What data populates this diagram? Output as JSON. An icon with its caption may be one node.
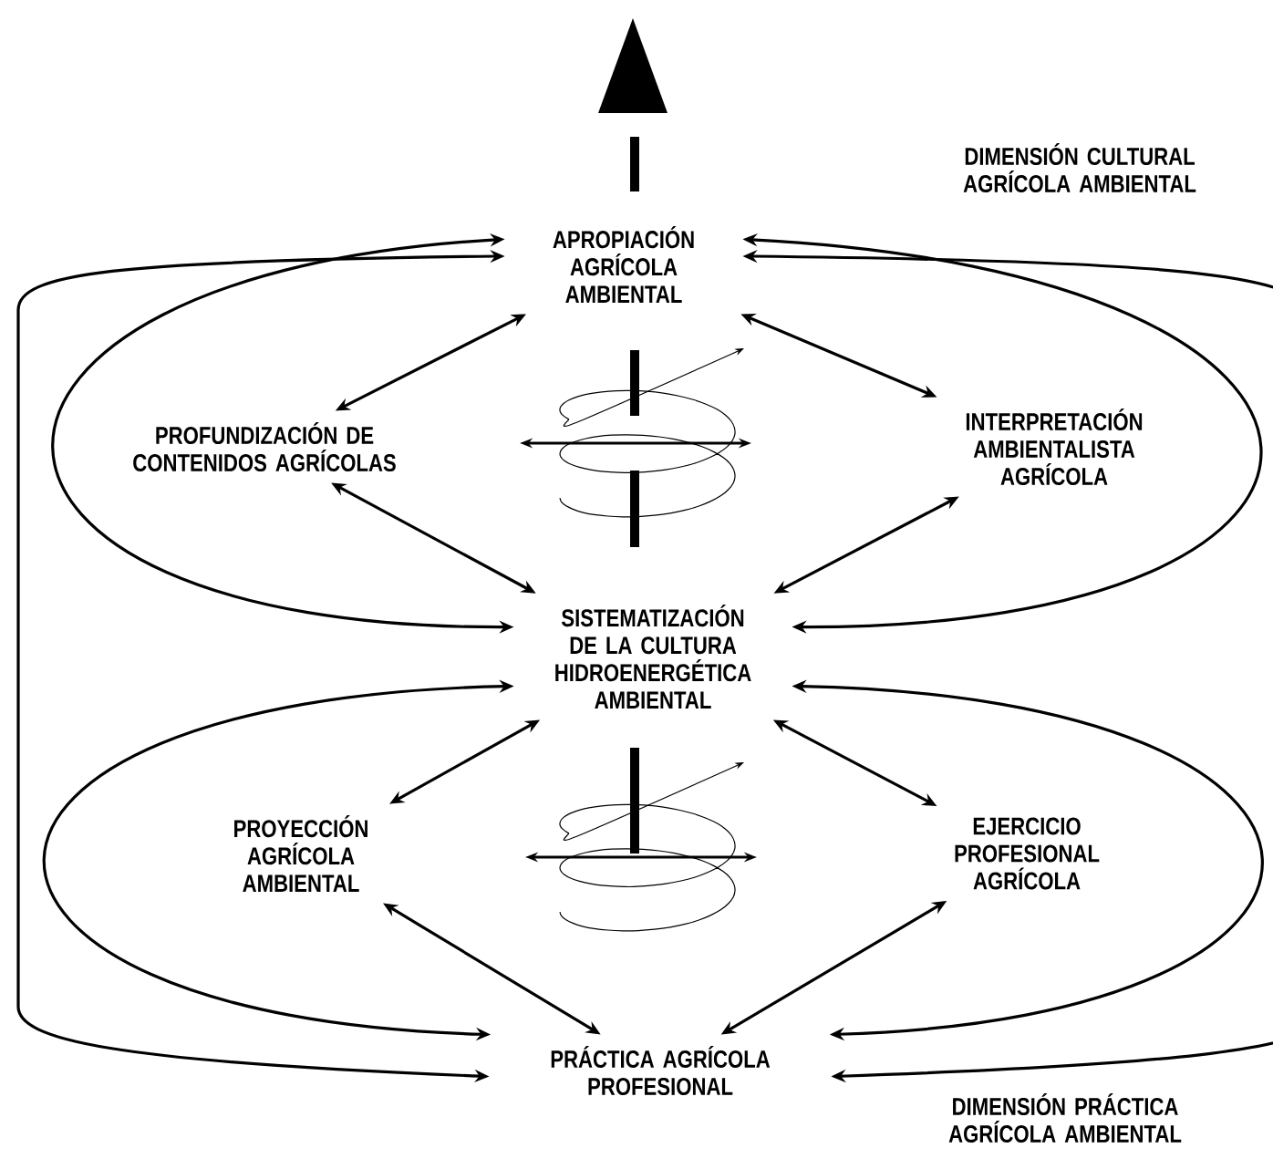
{
  "diagram": {
    "nodes": [
      {
        "text": [
          "APROPIACIÓN AGRÍCOLA AMBIENTAL"
        ]
      },
      {
        "text": [
          "PROFUNDIZACIÓN DE CONTENIDOS AGRÍCOLAS"
        ]
      },
      {
        "text": [
          "INTERPRETACIÓN AMBIENTALISTA AGRÍCOLA"
        ]
      },
      {
        "text": [
          "SISTEMATIZACIÓN DE LA CULTURA HIDROENERGÉTICA AMBIENTAL"
        ]
      },
      {
        "text": [
          "PROYECCIÓN AGRÍCOLA AMBIENTAL"
        ]
      },
      {
        "text": [
          "EJERCICIO PROFESIONAL AGRÍCOLA"
        ]
      },
      {
        "text": [
          "PRÁCTICA AGRÍCOLA PROFESIONAL"
        ]
      }
    ],
    "edges": [
      {
        "from": 0,
        "to": 1,
        "arrow": "both"
      },
      {
        "from": 1,
        "to": 3,
        "arrow": "both"
      },
      {
        "from": 0,
        "to": 2,
        "arrow": "both"
      },
      {
        "from": 2,
        "to": 3,
        "arrow": "both"
      },
      {
        "from": 3,
        "to": 4,
        "arrow": "both"
      },
      {
        "from": 4,
        "to": 6,
        "arrow": "both"
      },
      {
        "from": 3,
        "to": 5,
        "arrow": "both"
      },
      {
        "from": 5,
        "to": 6,
        "arrow": "both"
      },
      {
        "from": 0,
        "to": 3,
        "arrow": "both"
      },
      {
        "from": 0,
        "to": 3,
        "arrow": "both"
      },
      {
        "from": 3,
        "to": 6,
        "arrow": "both"
      },
      {
        "from": 3,
        "to": 6,
        "arrow": "both"
      },
      {
        "from": 0,
        "to": 6,
        "arrow": "both"
      },
      {
        "from": 0,
        "to": 6,
        "arrow": "both"
      }
    ],
    "labels": [
      "DIMENSIÓN CULTURAL AGRÍCOLA AMBIENTAL",
      "DIMENSIÓN PRÁCTICA AGRÍCOLA AMBIENTAL"
    ]
  }
}
